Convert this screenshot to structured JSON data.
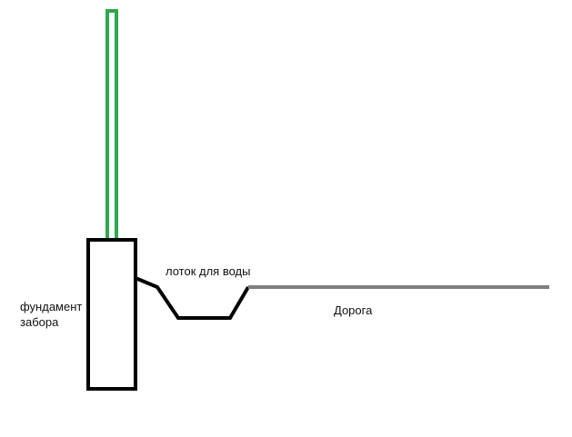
{
  "labels": {
    "foundation_line1": "фундамент",
    "foundation_line2": "забора",
    "gutter": "лоток для воды",
    "road": "Дорога"
  },
  "colors": {
    "fence_post": "#2fa84f",
    "foundation": "#000000",
    "gutter": "#000000",
    "road": "#7f7f7f",
    "background": "#ffffff"
  }
}
